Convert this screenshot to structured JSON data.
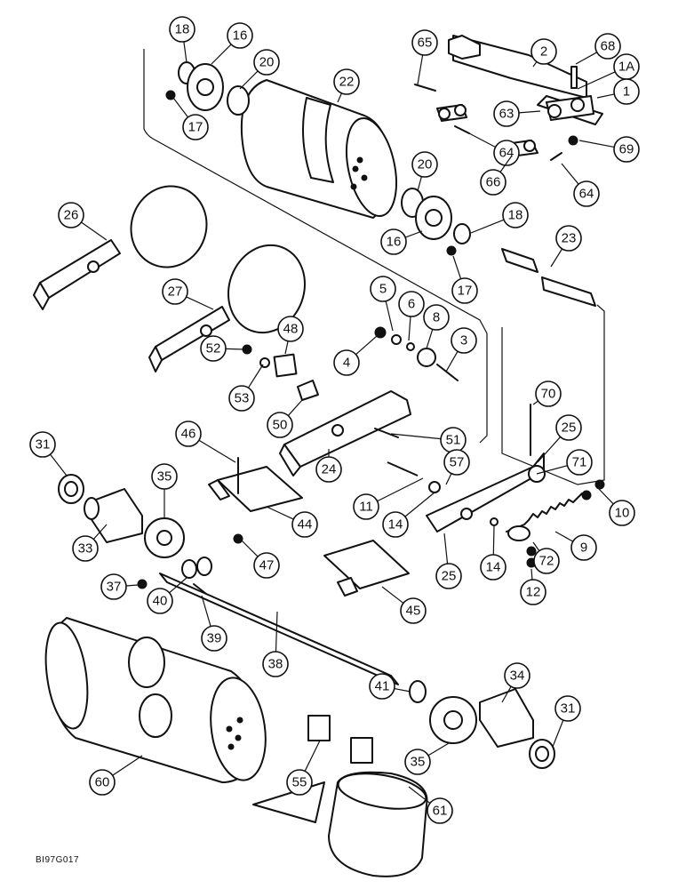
{
  "figure_id": "BI97G017",
  "callouts": [
    {
      "label": "18"
    },
    {
      "label": "16"
    },
    {
      "label": "20"
    },
    {
      "label": "22"
    },
    {
      "label": "17"
    },
    {
      "label": "65"
    },
    {
      "label": "2"
    },
    {
      "label": "68"
    },
    {
      "label": "1A"
    },
    {
      "label": "1"
    },
    {
      "label": "63"
    },
    {
      "label": "69"
    },
    {
      "label": "64"
    },
    {
      "label": "66"
    },
    {
      "label": "64"
    },
    {
      "label": "20"
    },
    {
      "label": "18"
    },
    {
      "label": "16"
    },
    {
      "label": "17"
    },
    {
      "label": "23"
    },
    {
      "label": "26"
    },
    {
      "label": "27"
    },
    {
      "label": "5"
    },
    {
      "label": "6"
    },
    {
      "label": "8"
    },
    {
      "label": "3"
    },
    {
      "label": "4"
    },
    {
      "label": "48"
    },
    {
      "label": "52"
    },
    {
      "label": "53"
    },
    {
      "label": "50"
    },
    {
      "label": "51"
    },
    {
      "label": "24"
    },
    {
      "label": "70"
    },
    {
      "label": "25"
    },
    {
      "label": "46"
    },
    {
      "label": "31"
    },
    {
      "label": "35"
    },
    {
      "label": "57"
    },
    {
      "label": "71"
    },
    {
      "label": "11"
    },
    {
      "label": "10"
    },
    {
      "label": "44"
    },
    {
      "label": "14"
    },
    {
      "label": "33"
    },
    {
      "label": "47"
    },
    {
      "label": "9"
    },
    {
      "label": "25"
    },
    {
      "label": "14"
    },
    {
      "label": "72"
    },
    {
      "label": "37"
    },
    {
      "label": "40"
    },
    {
      "label": "12"
    },
    {
      "label": "45"
    },
    {
      "label": "39"
    },
    {
      "label": "38"
    },
    {
      "label": "34"
    },
    {
      "label": "41"
    },
    {
      "label": "31"
    },
    {
      "label": "60"
    },
    {
      "label": "35"
    },
    {
      "label": "55"
    },
    {
      "label": "61"
    }
  ]
}
